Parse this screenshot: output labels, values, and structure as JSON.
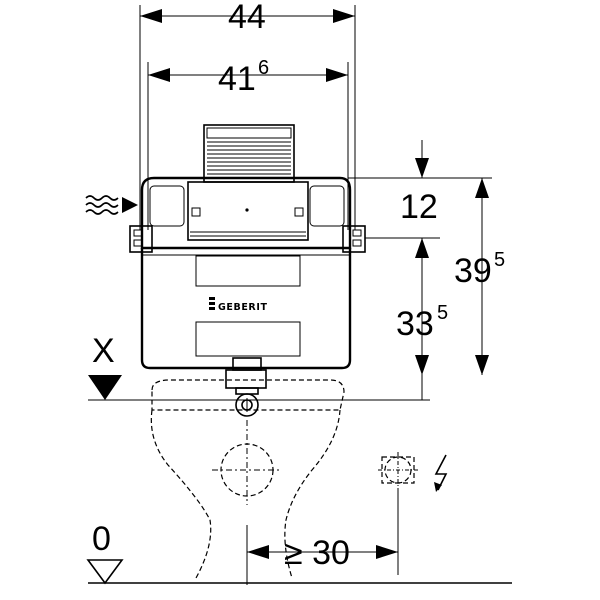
{
  "dimensions": {
    "overall_width": "44",
    "inner_width_main": "41",
    "inner_width_sup": "6",
    "top_height": "12",
    "total_height_main": "39",
    "total_height_sup": "5",
    "flush_height_main": "33",
    "flush_height_sup": "5",
    "socket_distance": "≥ 30"
  },
  "labels": {
    "reference_x": "X",
    "floor_level": "0",
    "brand": "GEBERIT"
  },
  "icons": {
    "water": "water-supply-icon",
    "electric": "lightning-icon",
    "socket": "electrical-socket-icon"
  }
}
